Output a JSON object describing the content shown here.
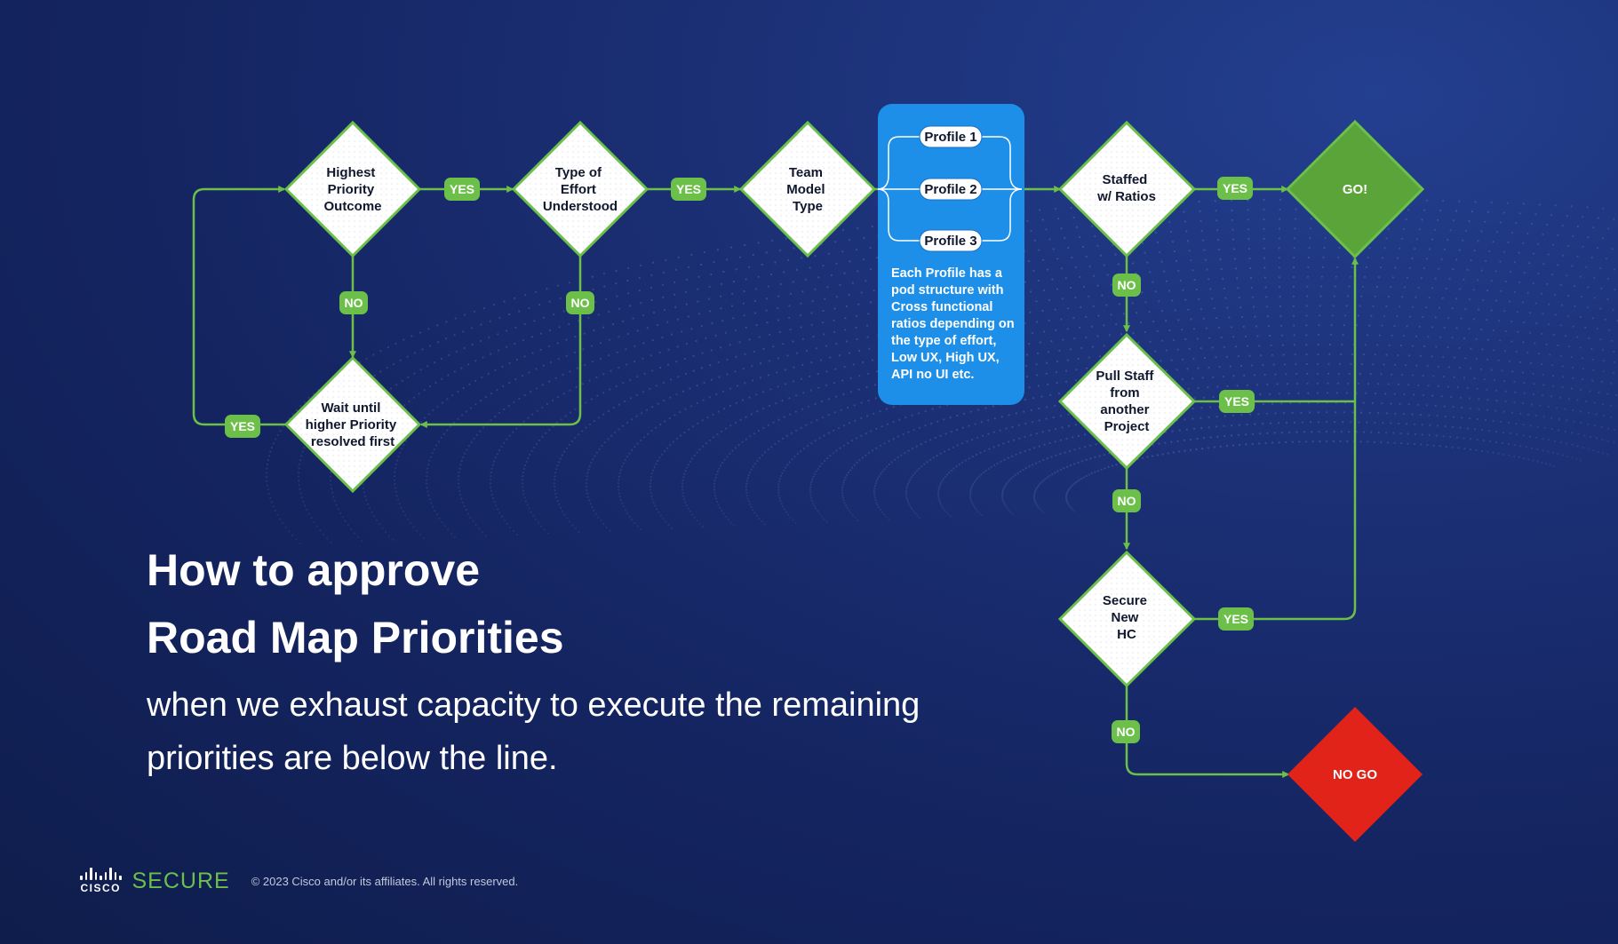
{
  "colors": {
    "background": "#142460",
    "connector": "#6cc04a",
    "node_fill": "#ffffff",
    "go": "#5aa43a",
    "no_go": "#e2231a",
    "profile_panel": "#1e8fe8",
    "title": "#ffffff",
    "brand_green": "#6cc04a"
  },
  "flowchart": {
    "nodes": {
      "highest_priority": [
        "Highest",
        "Priority",
        "Outcome"
      ],
      "type_of_effort": [
        "Type of",
        "Effort",
        "Understood"
      ],
      "team_model": [
        "Team",
        "Model",
        "Type"
      ],
      "wait_until": [
        "Wait until",
        "higher Priority",
        "resolved first"
      ],
      "staffed": [
        "Staffed",
        "w/ Ratios"
      ],
      "pull_staff": [
        "Pull Staff",
        "from",
        "another",
        "Project"
      ],
      "secure_hc": [
        "Secure",
        "New",
        "HC"
      ],
      "go": "GO!",
      "no_go": "NO GO"
    },
    "profiles": [
      "Profile 1",
      "Profile 2",
      "Profile 3"
    ],
    "profile_note": "Each Profile has a pod structure with Cross functional ratios depending on the type of effort, Low UX, High UX, API no UI etc.",
    "labels": {
      "yes": "YES",
      "no": "NO"
    }
  },
  "title": {
    "line1": "How to approve",
    "line2": "Road Map Priorities",
    "subtitle": "when we exhaust capacity to execute the remaining priorities are below the line."
  },
  "footer": {
    "logo_word": "CISCO",
    "product": "SECURE",
    "copyright": "© 2023 Cisco and/or its affiliates. All rights reserved."
  }
}
